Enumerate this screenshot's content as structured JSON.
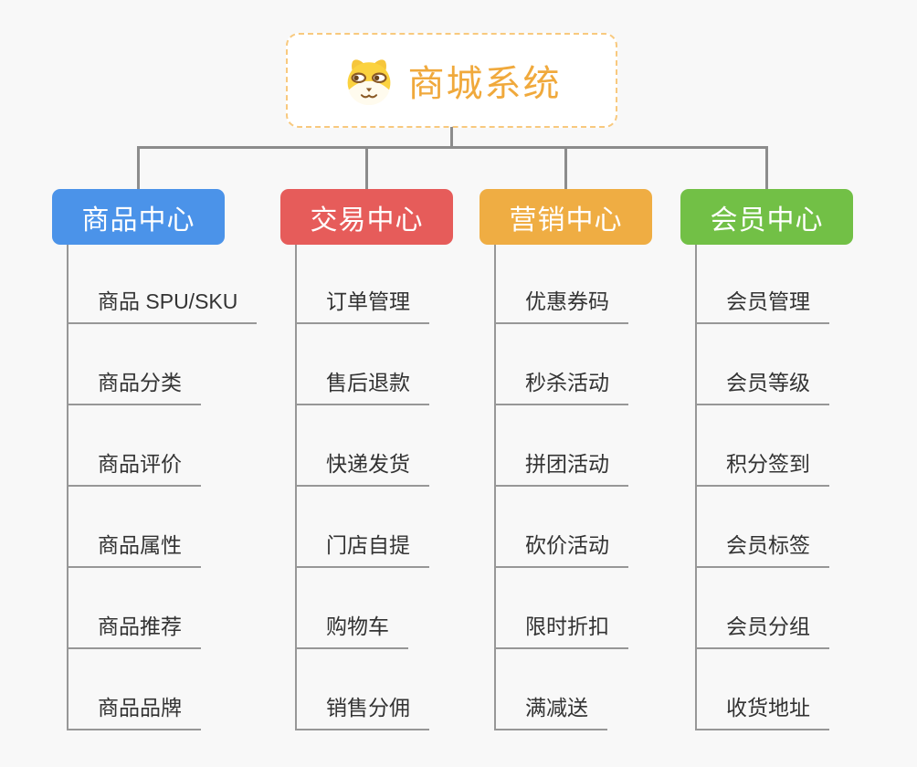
{
  "canvas": {
    "background": "#F8F8F8",
    "connector_color": "#8C8C8C",
    "leaf_line_color": "#979797",
    "leaf_text_color": "#333333"
  },
  "root": {
    "title": "商城系统",
    "icon": "dog-face-icon",
    "text_color": "#F0A93C",
    "border_color": "#F8C97E",
    "background": "#FFFFFF"
  },
  "branches": [
    {
      "id": "product",
      "label": "商品中心",
      "color": "#4B93E9",
      "items": [
        "商品 SPU/SKU",
        "商品分类",
        "商品评价",
        "商品属性",
        "商品推荐",
        "商品品牌"
      ]
    },
    {
      "id": "trade",
      "label": "交易中心",
      "color": "#E65C5A",
      "items": [
        "订单管理",
        "售后退款",
        "快递发货",
        "门店自提",
        "购物车",
        "销售分佣"
      ]
    },
    {
      "id": "marketing",
      "label": "营销中心",
      "color": "#EFAD43",
      "items": [
        "优惠券码",
        "秒杀活动",
        "拼团活动",
        "砍价活动",
        "限时折扣",
        "满减送"
      ]
    },
    {
      "id": "member",
      "label": "会员中心",
      "color": "#72C046",
      "items": [
        "会员管理",
        "会员等级",
        "积分签到",
        "会员标签",
        "会员分组",
        "收货地址"
      ]
    }
  ]
}
